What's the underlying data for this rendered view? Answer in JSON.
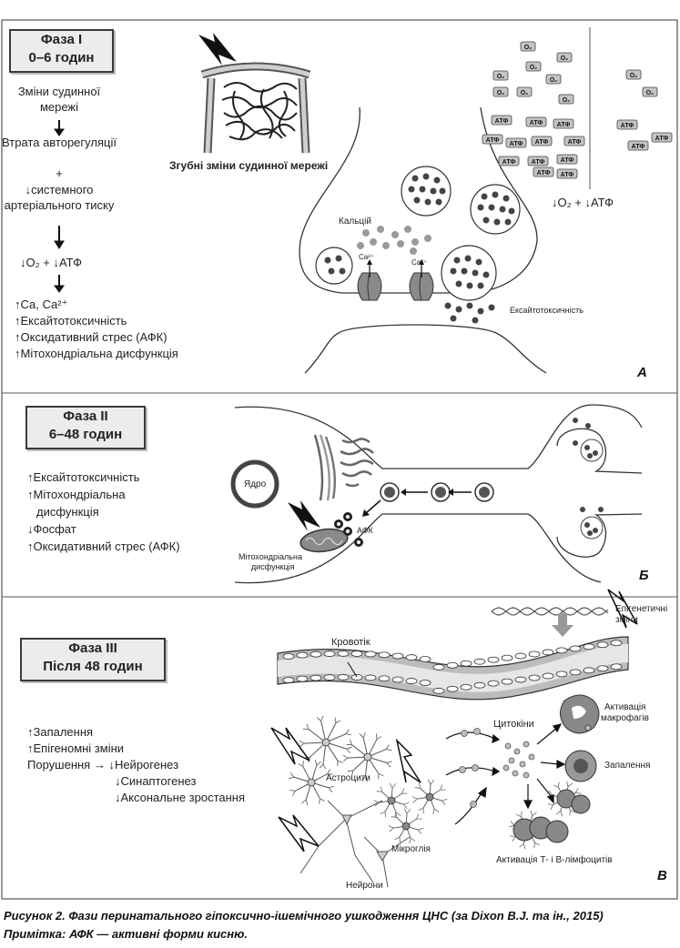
{
  "phase1": {
    "title": "Фаза І",
    "time": "0–6 годин",
    "flow": [
      "Зміни судинної мережі",
      "Втрата авторегуляції",
      "+",
      "↓системного артеріального тиску",
      "↓O₂ + ↓АТФ"
    ],
    "results": [
      "↑Са, Са²⁺",
      "↑Ексайтотоксичність",
      "↑Оксидативний стрес (АФК)",
      "↑Мітохондріальна дисфункція"
    ]
  },
  "panelA": {
    "vessel_label": "Згубні зміни судинної мережі",
    "o2_label": "O₂",
    "atp_label": "АТФ",
    "drop_label": "↓O₂ + ↓АТФ",
    "calcium_label": "Кальцій",
    "ca_label": "Ca²⁺",
    "excito_label": "Ексайтотоксичність",
    "letter": "А"
  },
  "phase2": {
    "title": "Фаза ІІ",
    "time": "6–48 годин",
    "results": [
      "↑Ексайтотоксичність",
      "↑Мітохондріальна",
      "дисфункція",
      "↓Фосфат",
      "↑Оксидативний стрес (АФК)"
    ]
  },
  "panelB": {
    "nucleus_label": "Ядро",
    "ros_label": "АФК",
    "mito_label_1": "Мітохондріальна",
    "mito_label_2": "дисфункція",
    "letter": "Б"
  },
  "phase3": {
    "title": "Фаза ІІІ",
    "time": "Після 48 годин",
    "results": [
      "↑Запалення",
      "↑Епігеномні зміни",
      "Порушення → ↓Нейрогенез",
      "↓Синаптогенез",
      "↓Аксональне зростання"
    ]
  },
  "panelV": {
    "epigenetic_1": "Епігенетичні",
    "epigenetic_2": "зміни",
    "bloodstream": "Кровотік",
    "cytokines": "Цитокіни",
    "macro_1": "Активація",
    "macro_2": "макрофагів",
    "inflammation": "Запалення",
    "astrocytes": "Астроцити",
    "microglia": "Мікроглія",
    "lymph": "Активація Т- і В-лімфоцитів",
    "neurons": "Нейрони",
    "letter": "В"
  },
  "caption": {
    "title": "Рисунок 2. Фази перинатального гіпоксично-ішемічного ушкодження ЦНС (за Dixon B.J. та ін., 2015)",
    "note": "Примітка: АФК — активні форми кисню."
  }
}
